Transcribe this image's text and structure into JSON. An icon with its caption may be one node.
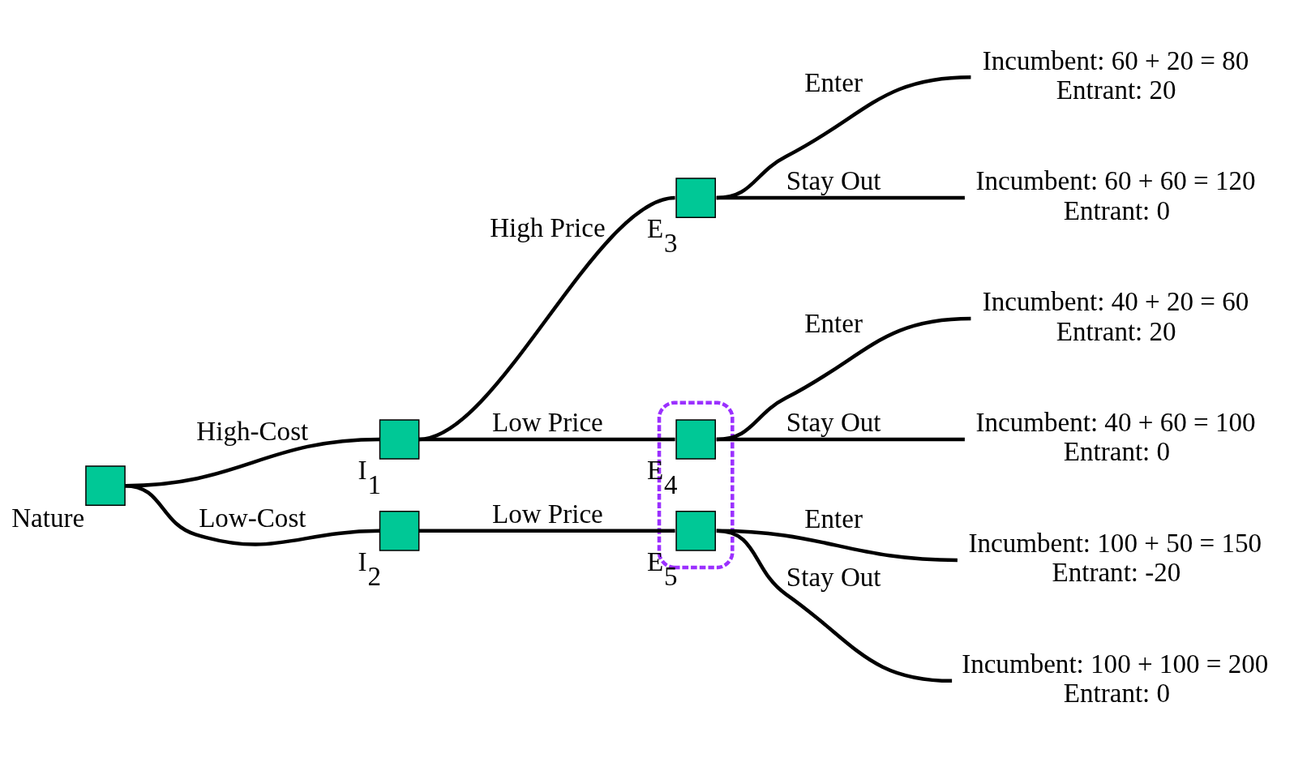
{
  "diagram": {
    "nodes": [
      {
        "text": [],
        "shape": "box",
        "beside": [
          "Nature"
        ]
      },
      {
        "text": [],
        "shape": "box",
        "beside": [
          "I$_{1}$"
        ]
      },
      {
        "text": [],
        "shape": "box",
        "beside": [
          "E$_{3}$"
        ]
      },
      {
        "text": [
          "Incumbent: 60 + 20 = 80",
          "Entrant: 20"
        ]
      },
      {
        "text": [
          "Incumbent: 60 + 60 = 120",
          "Entrant: 0"
        ]
      },
      {
        "text": [],
        "shape": "box"
      },
      {
        "text": [],
        "shape": "box",
        "beside": [
          "E$_{4}$"
        ],
        "in": 5
      },
      {
        "text": [
          "Incumbent: 40 + 20 = 60",
          "Entrant: 20"
        ]
      },
      {
        "text": [
          "Incumbent: 40 + 60 = 100",
          "Entrant: 0"
        ]
      },
      {
        "text": [],
        "shape": "box",
        "beside": [
          "I$_{2}$"
        ]
      },
      {
        "text": [],
        "shape": "box",
        "beside": [
          "E$_{5}$"
        ],
        "in": 5
      },
      {
        "text": [
          "Incumbent: 100 + 50 = 150",
          "Entrant: -20"
        ]
      },
      {
        "text": [
          "Incumbent: 100 + 100 = 200",
          "Entrant: 0"
        ]
      }
    ],
    "edges": [
      {
        "from": 0,
        "to": 1,
        "arrow": "none",
        "label": "High-Cost"
      },
      {
        "from": 0,
        "to": 9,
        "arrow": "none",
        "label": "Low-Cost"
      },
      {
        "from": 1,
        "to": 2,
        "arrow": "none",
        "label": "High Price"
      },
      {
        "from": 1,
        "to": 6,
        "arrow": "none",
        "label": "Low Price"
      },
      {
        "from": 9,
        "to": 10,
        "arrow": "none",
        "label": "Low Price"
      },
      {
        "from": 2,
        "to": 3,
        "arrow": "none",
        "label": "Enter"
      },
      {
        "from": 2,
        "to": 4,
        "arrow": "none",
        "label": "Stay Out"
      },
      {
        "from": 6,
        "to": 7,
        "arrow": "none",
        "label": "Enter"
      },
      {
        "from": 6,
        "to": 8,
        "arrow": "none",
        "label": "Stay Out"
      },
      {
        "from": 10,
        "to": 11,
        "arrow": "none",
        "label": "Enter"
      },
      {
        "from": 10,
        "to": 12,
        "arrow": "none",
        "label": "Stay Out"
      }
    ]
  }
}
